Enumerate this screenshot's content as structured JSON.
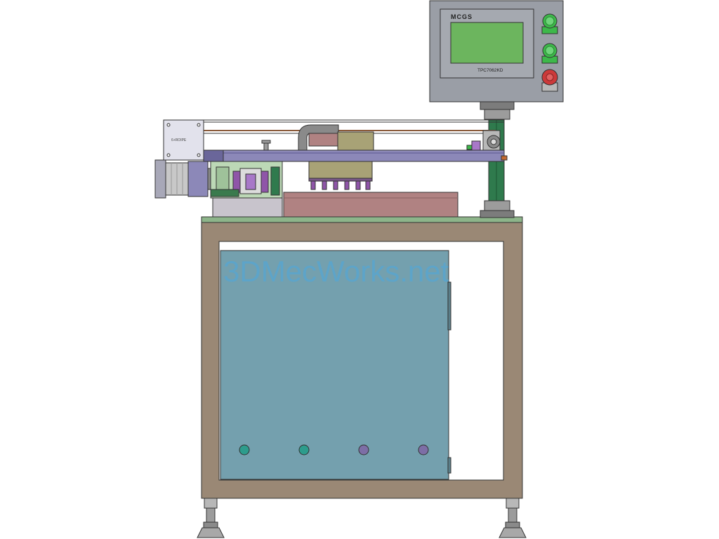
{
  "hmi": {
    "brand": "MCGS",
    "model": "TPC7062KD"
  },
  "motor": {
    "label": "6+ROIPE"
  },
  "watermark": {
    "text": "3DMecWorks.net"
  },
  "colors": {
    "frame": "#9a8875",
    "frame_dark": "#7d6e5d",
    "cabinet": "#74a0ae",
    "tabletop": "#8db58a",
    "hmi_body": "#9a9ea6",
    "screen": "#6cb55e",
    "beam": "#8c88b8",
    "brick": "#b08282",
    "olive": "#a8a276",
    "column": "#2f7a4d",
    "purple_part": "#8f55a8",
    "button_green": "#3db84a",
    "button_red": "#cc3a3a",
    "indicator_teal": "#2d9c8c",
    "indicator_purple": "#7d6ea6"
  }
}
